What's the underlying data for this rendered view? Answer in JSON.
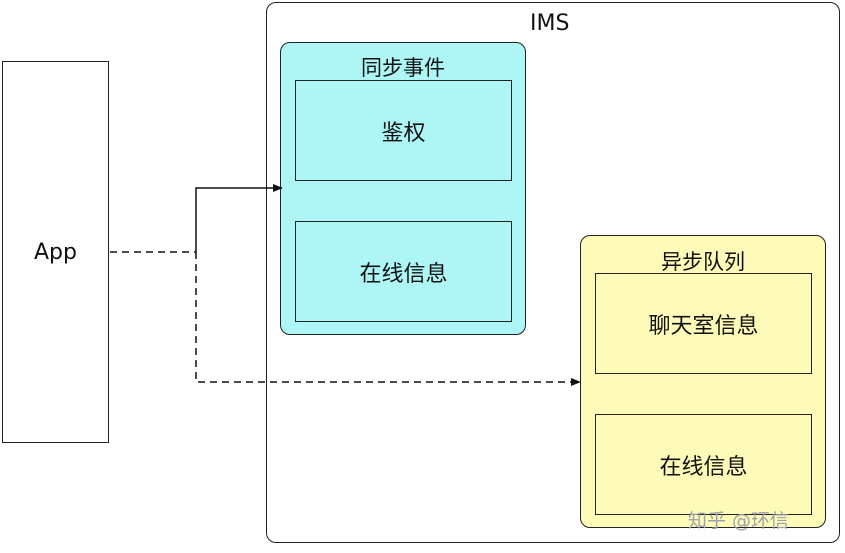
{
  "app": {
    "label": "App"
  },
  "ims": {
    "title": "IMS"
  },
  "sync_group": {
    "title": "同步事件",
    "items": [
      "鉴权",
      "在线信息"
    ]
  },
  "async_group": {
    "title": "异步队列",
    "items": [
      "聊天室信息",
      "在线信息"
    ]
  },
  "watermark": "知乎 @环信"
}
